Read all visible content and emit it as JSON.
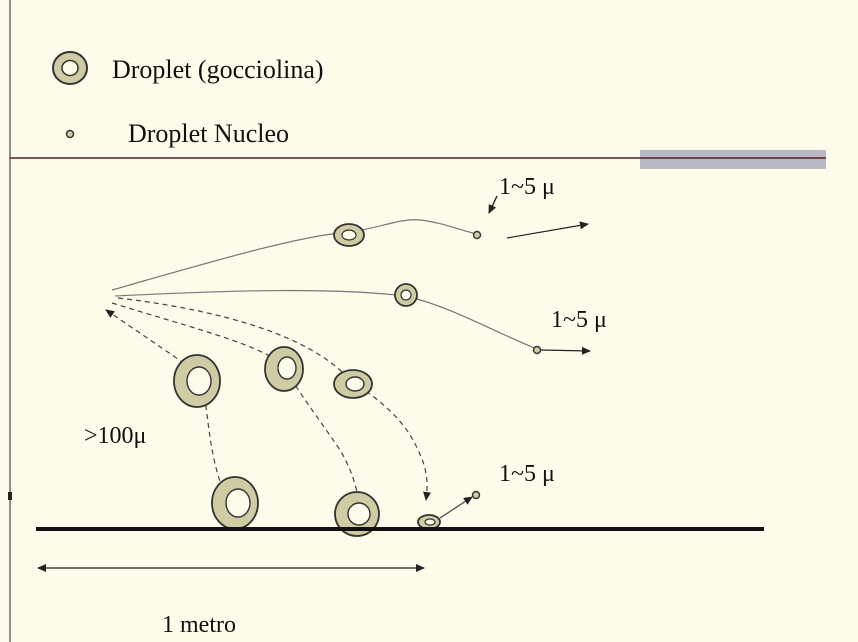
{
  "legend": {
    "droplet_label": "Droplet (gocciolina)",
    "nucleus_label": "Droplet Nucleo"
  },
  "annotations": {
    "size_top": "1~5 μ",
    "size_middle": "1~5 μ",
    "size_bottom": "1~5 μ",
    "size_large": ">100μ",
    "distance": "1 metro"
  },
  "colors": {
    "background": "#fdfbe9",
    "droplet_fill": "#cfcca4",
    "droplet_stroke": "#3a3a3a",
    "divider": "#5a1f2a",
    "accent_bar": "#b9b9c4"
  }
}
